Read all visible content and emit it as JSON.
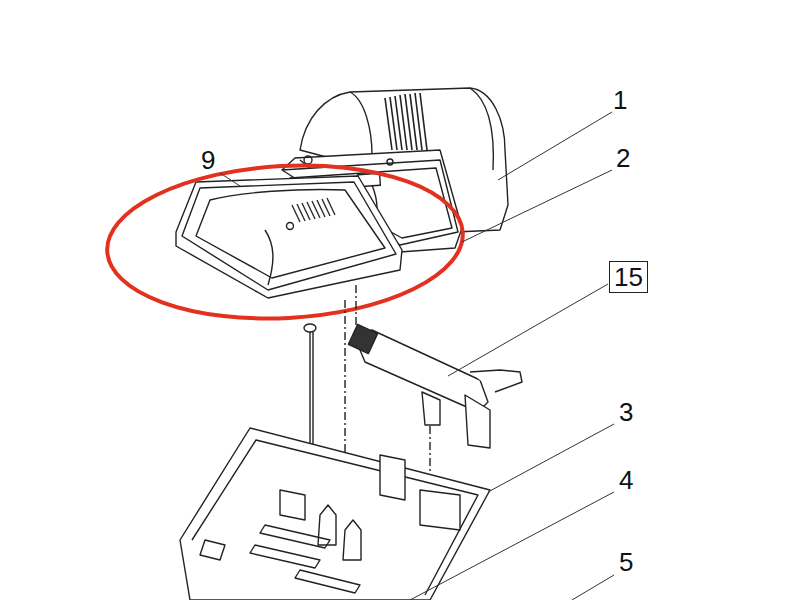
{
  "diagram": {
    "nodes": [
      {
        "text": [
          "15"
        ]
      }
    ],
    "labels": [
      "1",
      "2",
      "9",
      "3",
      "4",
      "5"
    ]
  }
}
